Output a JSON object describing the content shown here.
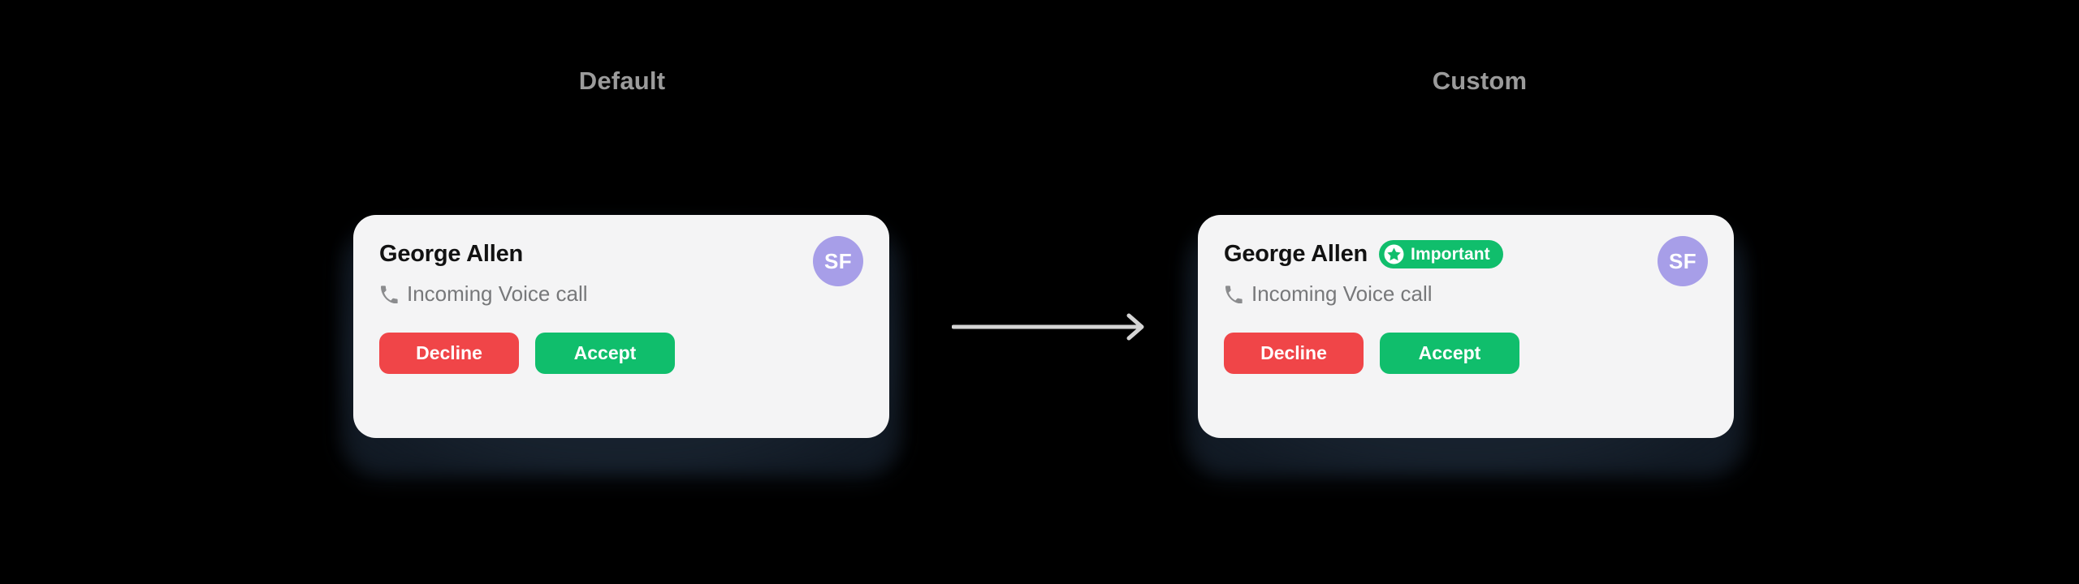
{
  "page": {
    "background_color": "#000000"
  },
  "sections": [
    {
      "id": "default",
      "caption": "Default",
      "card": {
        "caller_name": "George Allen",
        "call_status": "Incoming Voice call",
        "phone_icon": "phone-icon",
        "avatar_initials": "SF",
        "avatar_color": "#a79ee8",
        "badge": null,
        "buttons": [
          {
            "label": "Decline",
            "color": "#f04548",
            "name": "decline-button"
          },
          {
            "label": "Accept",
            "color": "#10be6c",
            "name": "accept-button"
          }
        ]
      }
    },
    {
      "id": "custom",
      "caption": "Custom",
      "card": {
        "caller_name": "George Allen",
        "call_status": "Incoming Voice call",
        "phone_icon": "phone-icon",
        "avatar_initials": "SF",
        "avatar_color": "#a79ee8",
        "badge": {
          "label": "Important",
          "icon": "star-circle-icon",
          "background_color": "#10be6c",
          "text_color": "#ffffff"
        },
        "buttons": [
          {
            "label": "Decline",
            "color": "#f04548",
            "name": "decline-button"
          },
          {
            "label": "Accept",
            "color": "#10be6c",
            "name": "accept-button"
          }
        ]
      }
    }
  ],
  "connector": {
    "icon": "arrow-right-icon",
    "color": "#d5d5d5"
  },
  "theme": {
    "card_background": "#f4f4f5",
    "caption_color": "#9b9b9b",
    "name_color": "#121212",
    "status_color": "#77787a"
  }
}
